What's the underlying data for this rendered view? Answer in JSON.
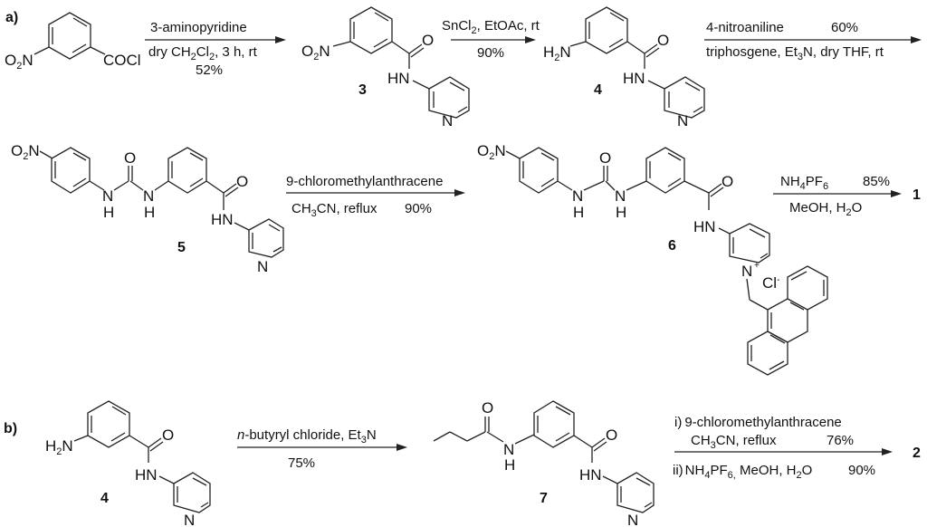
{
  "scheme": {
    "part_a": {
      "label": "a)",
      "starting_material": {
        "group_left": "O",
        "group_left_sub": "2",
        "group_left_end": "N",
        "group_right": "COCl"
      },
      "steps": [
        {
          "reagent_top": "3-aminopyridine",
          "cond_bottom_prefix": "dry CH",
          "cond_bottom_sub1": "2",
          "cond_bottom_mid": "Cl",
          "cond_bottom_sub2": "2",
          "cond_bottom_suffix": ", 3 h, rt",
          "yield": "52%"
        },
        {
          "reagent_top_prefix": "SnCl",
          "reagent_top_sub": "2",
          "reagent_top_suffix": ", EtOAc, rt",
          "yield": "90%"
        },
        {
          "reagent_top": "4-nitroaniline",
          "yield": "60%",
          "cond_bottom_prefix": "triphosgene, Et",
          "cond_bottom_sub": "3",
          "cond_bottom_suffix": "N, dry THF, rt"
        },
        {
          "reagent_top": "9-chloromethylanthracene",
          "cond_bottom_prefix": "CH",
          "cond_bottom_sub": "3",
          "cond_bottom_suffix": "CN, reflux",
          "yield": "90%"
        },
        {
          "reagent_top_prefix": "NH",
          "reagent_top_sub1": "4",
          "reagent_top_mid": "PF",
          "reagent_top_sub2": "6",
          "yield": "85%",
          "cond_bottom_prefix": "MeOH, H",
          "cond_bottom_sub": "2",
          "cond_bottom_suffix": "O"
        }
      ],
      "compounds": {
        "c3": "3",
        "c4": "4",
        "c5": "5",
        "c6": "6",
        "product": "1"
      },
      "atoms": {
        "O": "O",
        "N": "N",
        "H": "H",
        "HN": "HN",
        "H2N_H": "H",
        "H2N_sub": "2",
        "H2N_N": "N",
        "N_plus": "+",
        "Cl_minus": "Cl",
        "minus": "-"
      }
    },
    "part_b": {
      "label": "b)",
      "steps": [
        {
          "reagent_top_italic": "n",
          "reagent_top_prefix": "-butyryl chloride, Et",
          "reagent_top_sub": "3",
          "reagent_top_suffix": "N",
          "yield": "75%"
        },
        {
          "line1_num": "i)",
          "line1_text": "9-chloromethylanthracene",
          "line2_prefix": "CH",
          "line2_sub": "3",
          "line2_suffix": "CN, reflux",
          "line2_yield": "76%",
          "line3_num": "ii)",
          "line3_prefix": "NH",
          "line3_sub1": "4",
          "line3_mid": "PF",
          "line3_sub2": "6,",
          "line3_suffix": " MeOH, H",
          "line3_sub3": "2",
          "line3_end": "O",
          "line3_yield": "90%"
        }
      ],
      "compounds": {
        "c4": "4",
        "c7": "7",
        "product": "2"
      }
    }
  }
}
